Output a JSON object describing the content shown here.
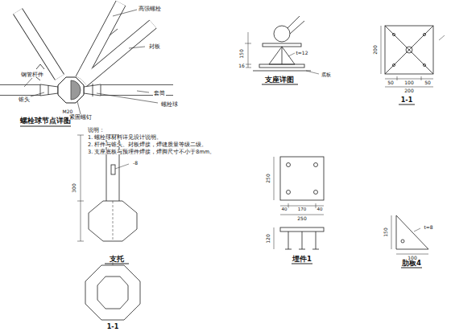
{
  "diagram": {
    "labels": [
      "螺栓球节点详图",
      "说明：",
      "1. 螺栓球材料详见设计说明。",
      "2. 杆件与锥头、封板焊接，焊缝质量等级二级。",
      "3. 支座底板与预埋件焊接，焊脚尺寸不小于8mm。",
      "高强螺栓",
      "钢管杆件",
      "锥头",
      "封板",
      "套筒",
      "紧固螺钉",
      "螺栓球",
      "M20",
      "支座详图",
      "150",
      "16",
      "t=12",
      "底板",
      "200",
      "50",
      "100",
      "50",
      "200",
      "1-1",
      "支托",
      "300",
      "-8",
      "1-1",
      "250",
      "40",
      "170",
      "40",
      "250",
      "埋件1",
      "120",
      "肋板4",
      "t=8",
      "100",
      "150"
    ]
  }
}
